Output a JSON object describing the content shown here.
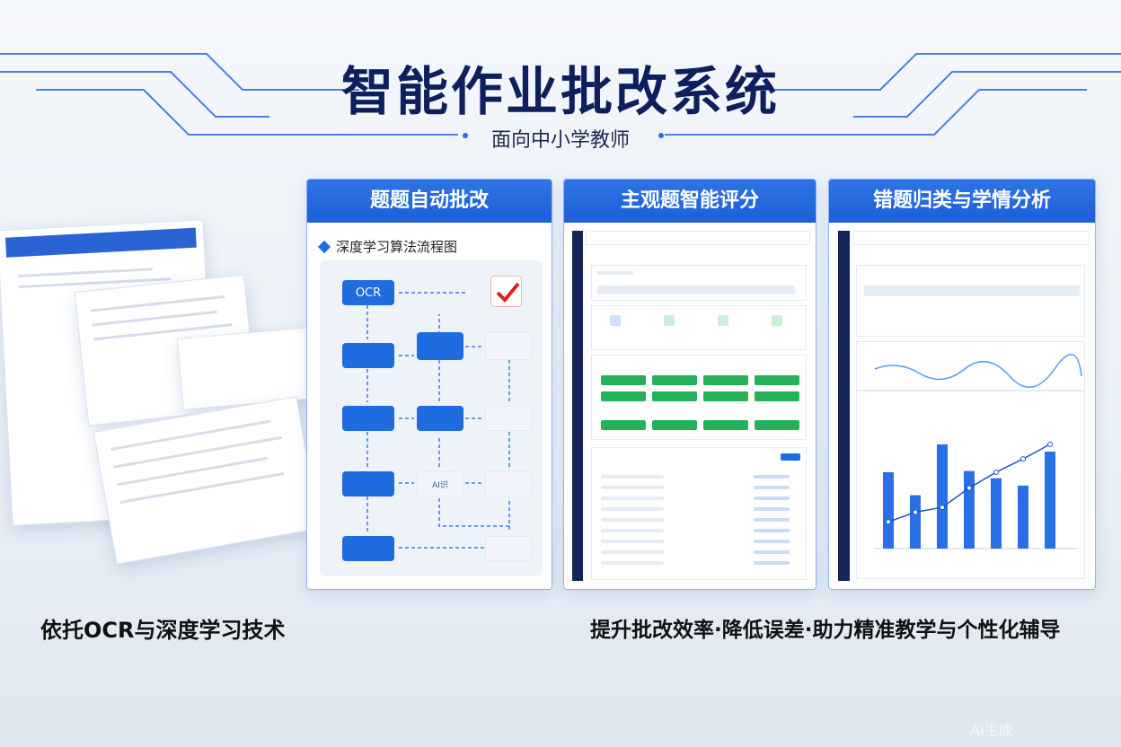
{
  "header": {
    "title": "智能作业批改系统",
    "subtitle": "面向中小学教师"
  },
  "panels": [
    {
      "title": "题题自动批改",
      "section_title": "深度学习算法流程图",
      "nodes": {
        "ocr": "OCR",
        "mid_light": "AI识"
      }
    },
    {
      "title": "主观题智能评分"
    },
    {
      "title": "错题归类与学情分析",
      "bar_values": [
        0.63,
        0.44,
        0.86,
        0.64,
        0.58,
        0.52,
        0.8
      ],
      "line_values": [
        0.22,
        0.3,
        0.34,
        0.5,
        0.63,
        0.74,
        0.86
      ]
    }
  ],
  "captions": {
    "left": "依托OCR与深度学习技术",
    "right": "提升批改效率·降低误差·助力精准教学与个性化辅导"
  },
  "colors": {
    "brand": "#1f6be0",
    "navy": "#0f1f5e",
    "success": "#25b15a",
    "check": "#e02020"
  },
  "watermark": "AI生成"
}
